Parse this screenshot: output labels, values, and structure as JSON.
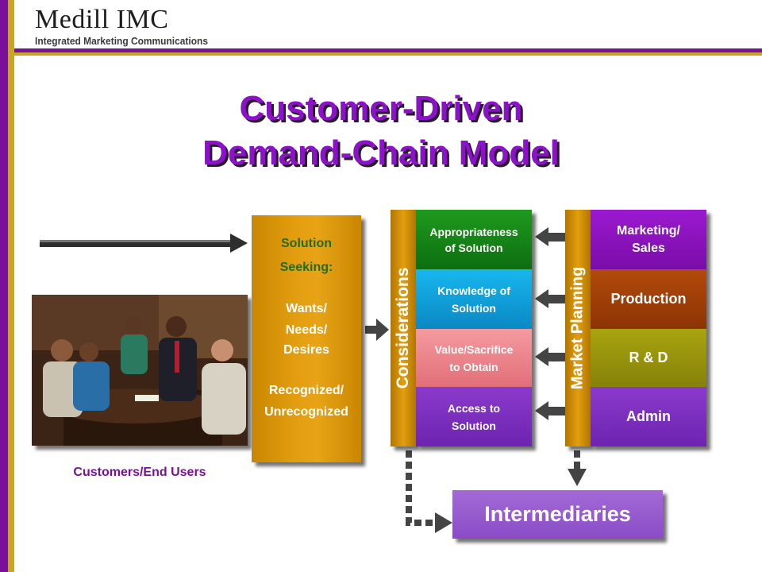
{
  "logo": {
    "main": "Medill IMC",
    "sub": "Integrated Marketing Communications"
  },
  "title": {
    "line1": "Customer-Driven",
    "line2": "Demand-Chain Model"
  },
  "solution_box": {
    "heading1": "Solution",
    "heading2": "Seeking:",
    "item1": "Wants/",
    "item2": "Needs/",
    "item3": "Desires",
    "item4": "Recognized/",
    "item5": "Unrecognized"
  },
  "considerations": {
    "label": "Considerations",
    "rows": [
      {
        "l1": "Appropriateness",
        "l2": "of Solution"
      },
      {
        "l1": "Knowledge of",
        "l2": "Solution"
      },
      {
        "l1": "Value/Sacrifice",
        "l2": "to Obtain"
      },
      {
        "l1": "Access to",
        "l2": "Solution"
      }
    ]
  },
  "market_planning": {
    "label": "Market Planning",
    "rows": [
      {
        "l1": "Marketing/",
        "l2": "Sales"
      },
      {
        "l1": "Production",
        "l2": ""
      },
      {
        "l1": "R & D",
        "l2": ""
      },
      {
        "l1": "Admin",
        "l2": ""
      }
    ]
  },
  "intermediaries": "Intermediaries",
  "photo_caption": "Customers/End Users",
  "colors": {
    "purple": "#7a0f9a",
    "gold": "#c9a42a",
    "title": "#8b12c9",
    "orange": "#e39e10",
    "green_text": "#236b1a"
  }
}
